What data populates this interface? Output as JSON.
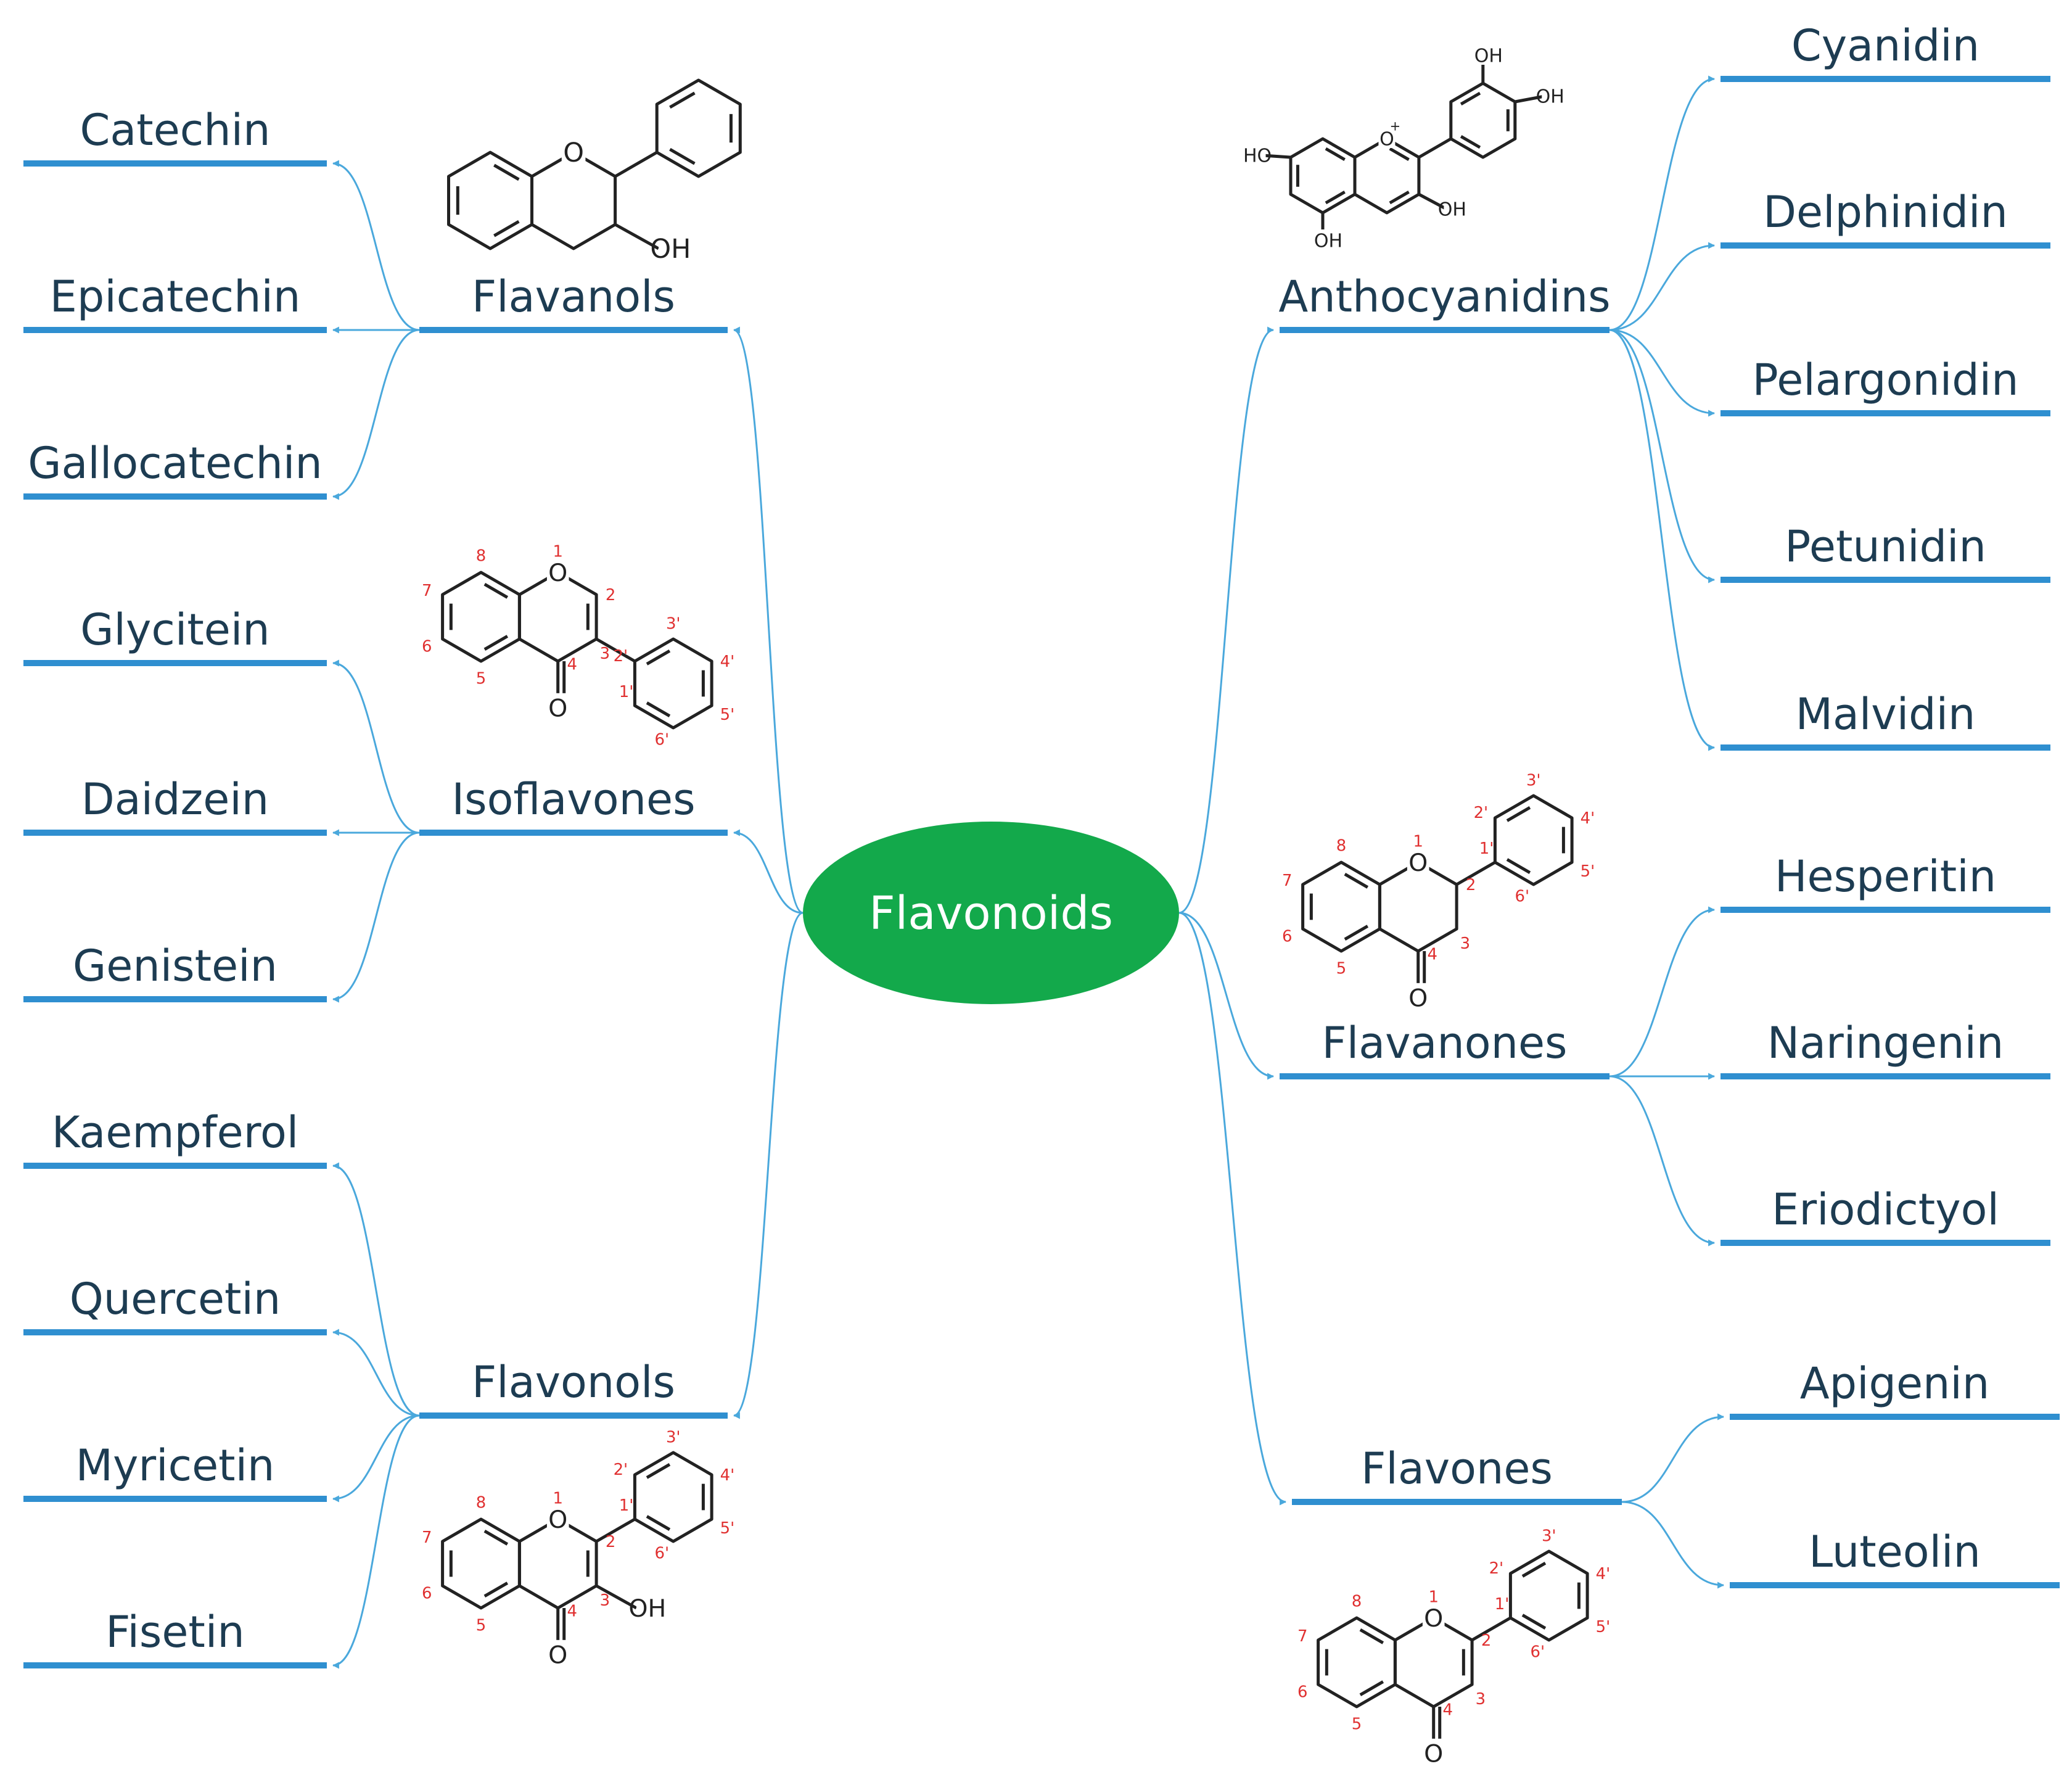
{
  "root": {
    "label": "Flavonoids"
  },
  "left_branches": [
    {
      "id": "flavanols",
      "label": "Flavanols",
      "children": [
        "Catechin",
        "Epicatechin",
        "Gallocatechin"
      ]
    },
    {
      "id": "isoflavones",
      "label": "Isoflavones",
      "children": [
        "Glycitein",
        "Daidzein",
        "Genistein"
      ]
    },
    {
      "id": "flavonols",
      "label": "Flavonols",
      "children": [
        "Kaempferol",
        "Quercetin",
        "Myricetin",
        "Fisetin"
      ]
    }
  ],
  "right_branches": [
    {
      "id": "anthocyanidins",
      "label": "Anthocyanidins",
      "children": [
        "Cyanidin",
        "Delphinidin",
        "Pelargonidin",
        "Petunidin",
        "Malvidin"
      ]
    },
    {
      "id": "flavanones",
      "label": "Flavanones",
      "children": [
        "Hesperitin",
        "Naringenin",
        "Eriodictyol"
      ]
    },
    {
      "id": "flavones",
      "label": "Flavones",
      "children": [
        "Apigenin",
        "Luteolin"
      ]
    }
  ],
  "structure_labels": {
    "flavanols": {
      "O": "O",
      "OH": "OH"
    },
    "anthocyanidins": {
      "O": "O",
      "plus": "+",
      "OH": "OH",
      "HO": "HO"
    },
    "isoflavones": {
      "O": "O",
      "numbers": [
        "1",
        "2",
        "3",
        "4",
        "5",
        "6",
        "7",
        "8",
        "1'",
        "2'",
        "3'",
        "4'",
        "5'",
        "6'"
      ]
    },
    "flavanones": {
      "O": "O",
      "numbers": [
        "1",
        "2",
        "3",
        "4",
        "5",
        "6",
        "7",
        "8",
        "1'",
        "2'",
        "3'",
        "4'",
        "5'",
        "6'"
      ]
    },
    "flavonols": {
      "O": "O",
      "OH": "OH",
      "numbers": [
        "1",
        "2",
        "3",
        "4",
        "5",
        "6",
        "7",
        "8",
        "1'",
        "2'",
        "3'",
        "4'",
        "5'",
        "6'"
      ]
    },
    "flavones": {
      "O": "O",
      "numbers": [
        "1",
        "2",
        "3",
        "4",
        "5",
        "6",
        "7",
        "8",
        "1'",
        "2'",
        "3'",
        "4'",
        "5'",
        "6'"
      ]
    }
  },
  "colors": {
    "root_fill": "#13a94b",
    "root_text": "#ffffff",
    "line": "#2f8fd0",
    "connector": "#4aa8dc",
    "label": "#1d3c52",
    "structure": "#222222",
    "numbering": "#e03030"
  }
}
